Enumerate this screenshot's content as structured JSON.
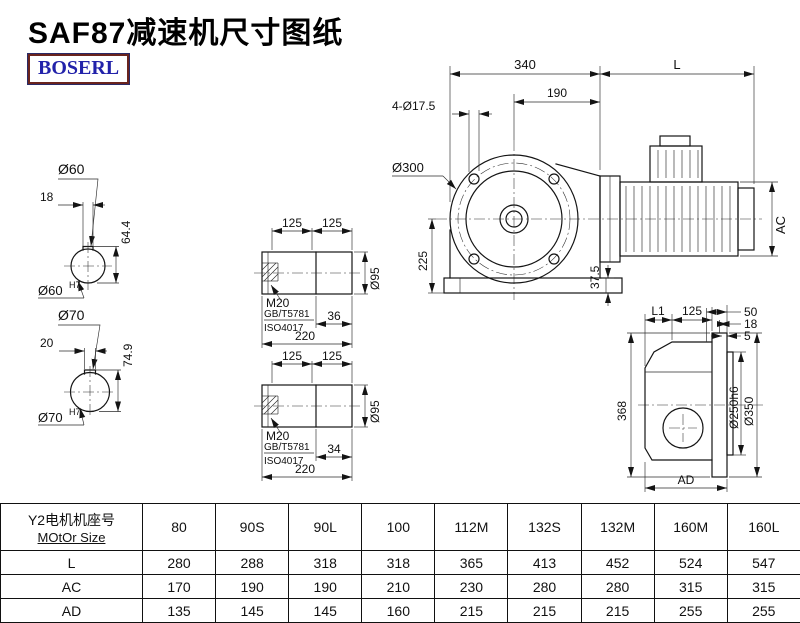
{
  "title": "SAF87减速机尺寸图纸",
  "logo": "BOSERL",
  "drawing": {
    "front": {
      "dim_width": "340",
      "dim_l": "L",
      "dim_190": "190",
      "holes": "4-Ø17.5",
      "flange_dia": "Ø300",
      "dim_height": "225",
      "dim_base": "37.5",
      "dim_ac": "AC"
    },
    "side": {
      "dim_l1": "L1",
      "dim_125": "125",
      "dim_50": "50",
      "dim_18": "18",
      "dim_5": "5",
      "dim_368": "368",
      "spigot_dia": "Ø250h6",
      "flange_dia": "Ø350",
      "dim_ad": "AD"
    },
    "bore60": {
      "dia": "Ø60",
      "key_w": "18",
      "key_h": "64.4",
      "bore": "Ø60",
      "tol": "H7"
    },
    "bore70": {
      "dia": "Ø70",
      "key_w": "20",
      "key_h": "74.9",
      "bore": "Ø70",
      "tol": "H7"
    },
    "shaft_top": {
      "seg1": "125",
      "seg2": "125",
      "thread": "M20",
      "std1": "GB/T5781",
      "std2": "ISO4017",
      "key_len": "36",
      "total_len": "220",
      "dia": "Ø95"
    },
    "shaft_bottom": {
      "seg1": "125",
      "seg2": "125",
      "thread": "M20",
      "std1": "GB/T5781",
      "std2": "ISO4017",
      "key_len": "34",
      "total_len": "220",
      "dia": "Ø95"
    }
  },
  "table": {
    "header_line1": "Y2电机机座号",
    "header_line2": "MOtOr Size",
    "sizes": [
      "80",
      "90S",
      "90L",
      "100",
      "112M",
      "132S",
      "132M",
      "160M",
      "160L"
    ],
    "rows": [
      {
        "label": "L",
        "values": [
          "280",
          "288",
          "318",
          "318",
          "365",
          "413",
          "452",
          "524",
          "547"
        ]
      },
      {
        "label": "AC",
        "values": [
          "170",
          "190",
          "190",
          "210",
          "230",
          "280",
          "280",
          "315",
          "315"
        ]
      },
      {
        "label": "AD",
        "values": [
          "135",
          "145",
          "145",
          "160",
          "215",
          "215",
          "215",
          "255",
          "255"
        ]
      }
    ]
  }
}
